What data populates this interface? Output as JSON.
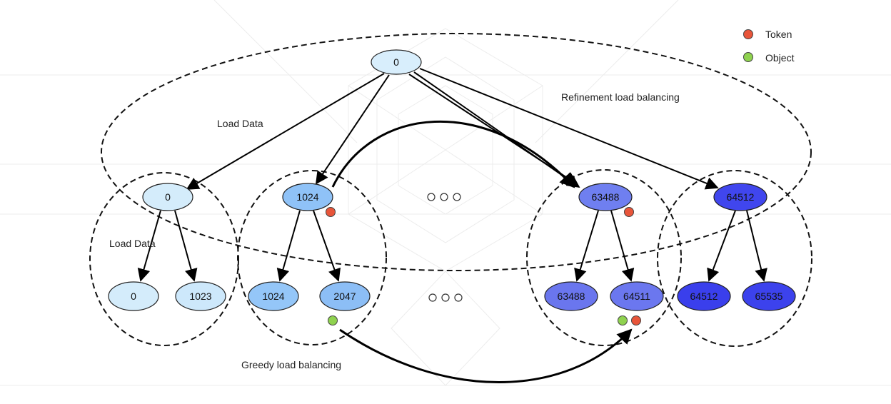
{
  "legend": {
    "token": {
      "label": "Token",
      "color": "#e8553a"
    },
    "object": {
      "label": "Object",
      "color": "#8fd24f"
    }
  },
  "labels": {
    "load_data_top": "Load Data",
    "load_data_left": "Load Data",
    "refinement": "Refinement load balancing",
    "greedy": "Greedy load balancing"
  },
  "nodes": {
    "root": {
      "text": "0",
      "color": "#d8eefc"
    },
    "l1_0": {
      "text": "0",
      "color": "#d4ecfb"
    },
    "l1_1024": {
      "text": "1024",
      "color": "#8fc2f7"
    },
    "l1_63488": {
      "text": "63488",
      "color": "#6f7ff0"
    },
    "l1_64512": {
      "text": "64512",
      "color": "#4046ee"
    },
    "leaf_0": {
      "text": "0",
      "color": "#d4ecfb"
    },
    "leaf_1023": {
      "text": "1023",
      "color": "#cde8fb"
    },
    "leaf_1024": {
      "text": "1024",
      "color": "#94c6f8"
    },
    "leaf_2047": {
      "text": "2047",
      "color": "#8cbef6"
    },
    "leaf_63488": {
      "text": "63488",
      "color": "#6a76ee"
    },
    "leaf_64511": {
      "text": "64511",
      "color": "#6b77ef"
    },
    "leaf_64512": {
      "text": "64512",
      "color": "#3a3fec"
    },
    "leaf_65535": {
      "text": "65535",
      "color": "#3c42ed"
    }
  },
  "ellipsis_icon": "three-dots"
}
